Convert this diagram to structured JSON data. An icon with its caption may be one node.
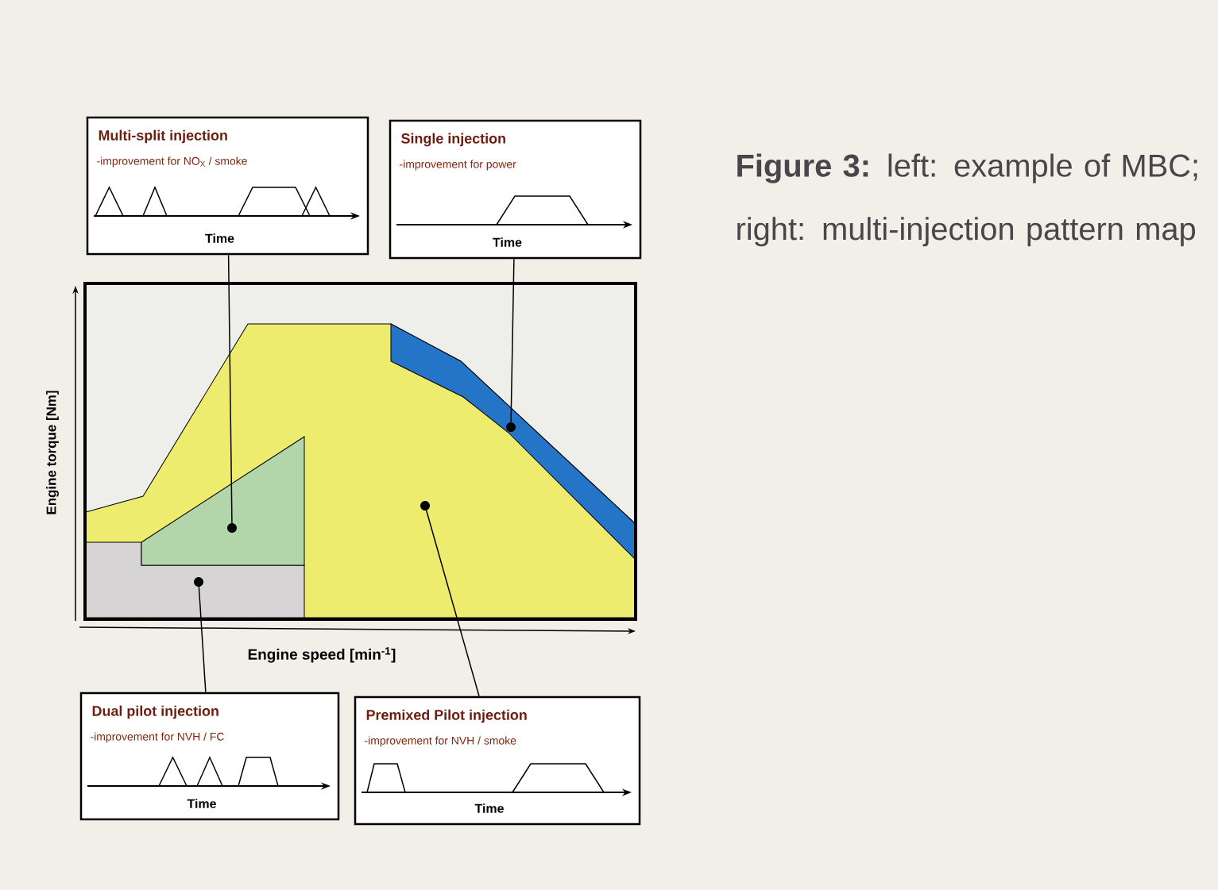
{
  "diagram": {
    "caption": "**Figure 3:** left: example of MBC; right: multi-injection pattern map",
    "nodes": [
      {
        "text": [
          "Multi-split injection",
          "-improvement for NO$_{X}$ / smoke",
          "Time"
        ]
      },
      {
        "text": [
          "Single injection",
          "-improvement for power",
          "Time"
        ]
      },
      {
        "text": [],
        "shape": "circle"
      },
      {
        "text": [],
        "shape": "circle"
      },
      {
        "text": [],
        "shape": "circle"
      },
      {
        "text": [],
        "shape": "circle"
      },
      {
        "text": [
          "Dual pilot injection",
          "-improvement for NVH / FC",
          "Time"
        ]
      },
      {
        "text": [
          "Premixed Pilot injection",
          "-improvement for NVH / smoke",
          "Time"
        ]
      }
    ],
    "edges": [
      {
        "from": 0,
        "to": 2,
        "arrow": "none"
      },
      {
        "from": 1,
        "to": 3,
        "arrow": "none"
      },
      {
        "from": 6,
        "to": 5,
        "arrow": "none"
      },
      {
        "from": 7,
        "to": 4,
        "arrow": "none"
      }
    ],
    "labels": [
      "Engine torque [Nm]",
      "Engine speed [min$^{-1}$]"
    ]
  }
}
